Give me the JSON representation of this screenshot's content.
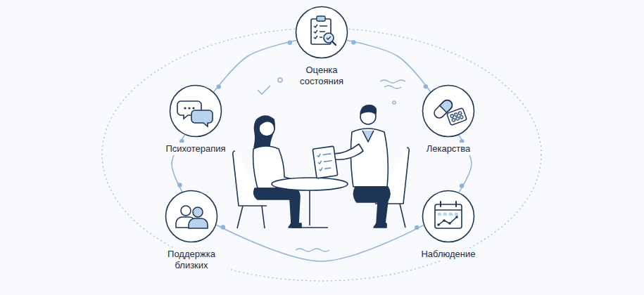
{
  "diagram": {
    "nodes": [
      {
        "text": [
          "Оценка состояния"
        ]
      },
      {
        "text": [
          "Психотерапия"
        ]
      },
      {
        "text": [
          "Лекарства"
        ]
      },
      {
        "text": [
          "Поддержка близких"
        ]
      },
      {
        "text": [
          "Наблюдение"
        ]
      }
    ],
    "edges": [
      {
        "from": 0,
        "to": 2,
        "arrow": "none"
      },
      {
        "from": 2,
        "to": 4,
        "arrow": "none"
      },
      {
        "from": 4,
        "to": 3,
        "arrow": "none"
      },
      {
        "from": 3,
        "to": 1,
        "arrow": "none"
      },
      {
        "from": 1,
        "to": 0,
        "arrow": "none"
      }
    ]
  }
}
